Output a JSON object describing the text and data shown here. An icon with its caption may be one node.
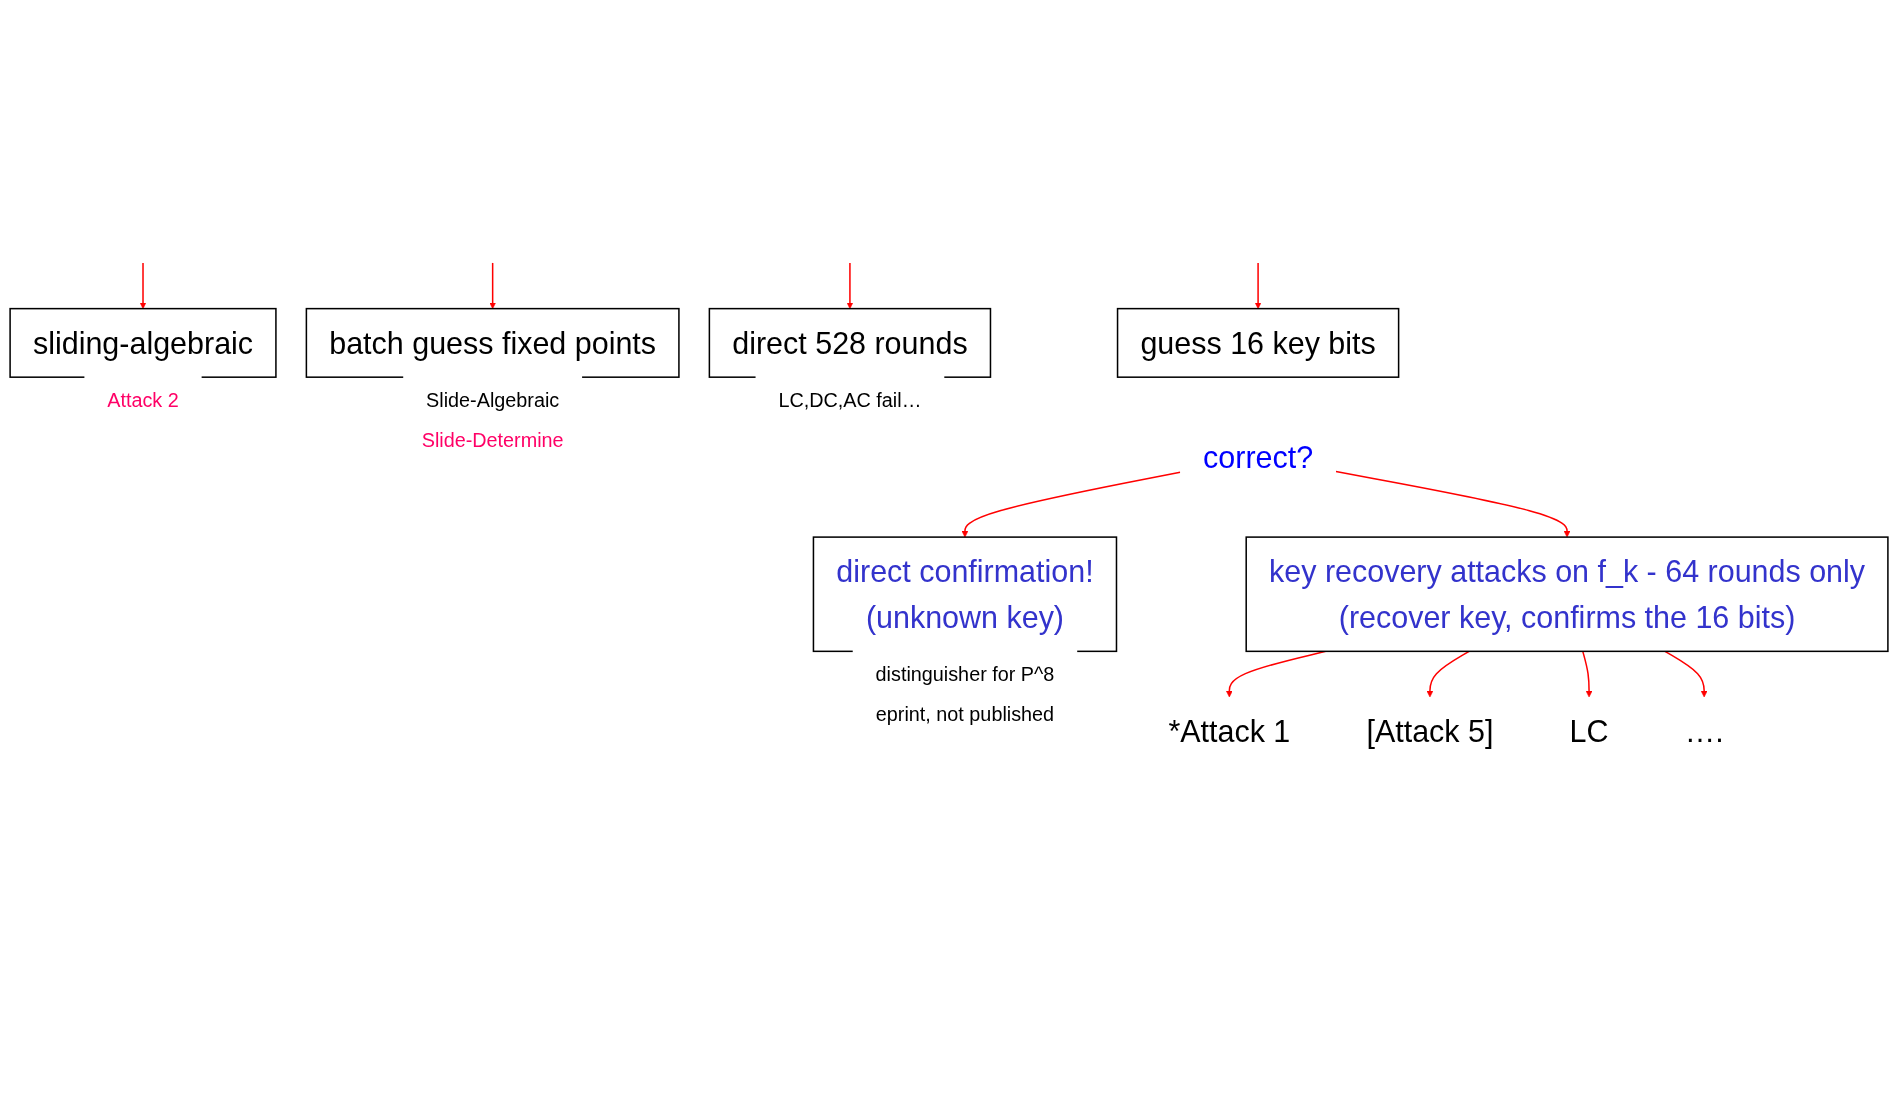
{
  "diagram": {
    "nodes": [
      {
        "text": [
          "guess 16 key bits"
        ]
      },
      {
        "text": [
          "sliding-algebraic"
        ],
        "beside": [
          "Attack 2"
        ]
      },
      {
        "text": [
          "batch guess fixed points"
        ],
        "beside": [
          "Slide-Algebraic",
          "Slide-Determine"
        ]
      },
      {
        "text": [
          "direct 528 rounds"
        ],
        "beside": [
          "LC,DC,AC fail…"
        ]
      },
      {
        "text": [
          "correct?"
        ]
      },
      {
        "text": [
          "key recovery  attacks on f_k - 64 rounds only",
          "(recover key, confirms the 16 bits)"
        ]
      },
      {
        "text": [
          "direct confirmation!",
          "(unknown key)"
        ],
        "beside": [
          "distinguisher for P^8",
          "eprint, not published"
        ]
      },
      {
        "text": [
          "*Attack 1"
        ]
      },
      {
        "text": [
          "[Attack 5]"
        ]
      },
      {
        "text": [
          "LC"
        ]
      },
      {
        "text": [
          "…."
        ]
      }
    ],
    "edges": [
      {
        "from": null,
        "to": 0,
        "arrow": "to"
      },
      {
        "from": null,
        "to": 1,
        "arrow": "to"
      },
      {
        "from": null,
        "to": 2,
        "arrow": "to"
      },
      {
        "from": null,
        "to": 3,
        "arrow": "to"
      },
      {
        "from": 4,
        "to": 5,
        "arrow": "to"
      },
      {
        "from": 4,
        "to": 6,
        "arrow": "to"
      },
      {
        "from": 5,
        "to": 7,
        "arrow": "to"
      },
      {
        "from": 5,
        "to": 8,
        "arrow": "to"
      },
      {
        "from": 5,
        "to": 9,
        "arrow": "to"
      },
      {
        "from": 5,
        "to": 10,
        "arrow": "to"
      }
    ]
  }
}
